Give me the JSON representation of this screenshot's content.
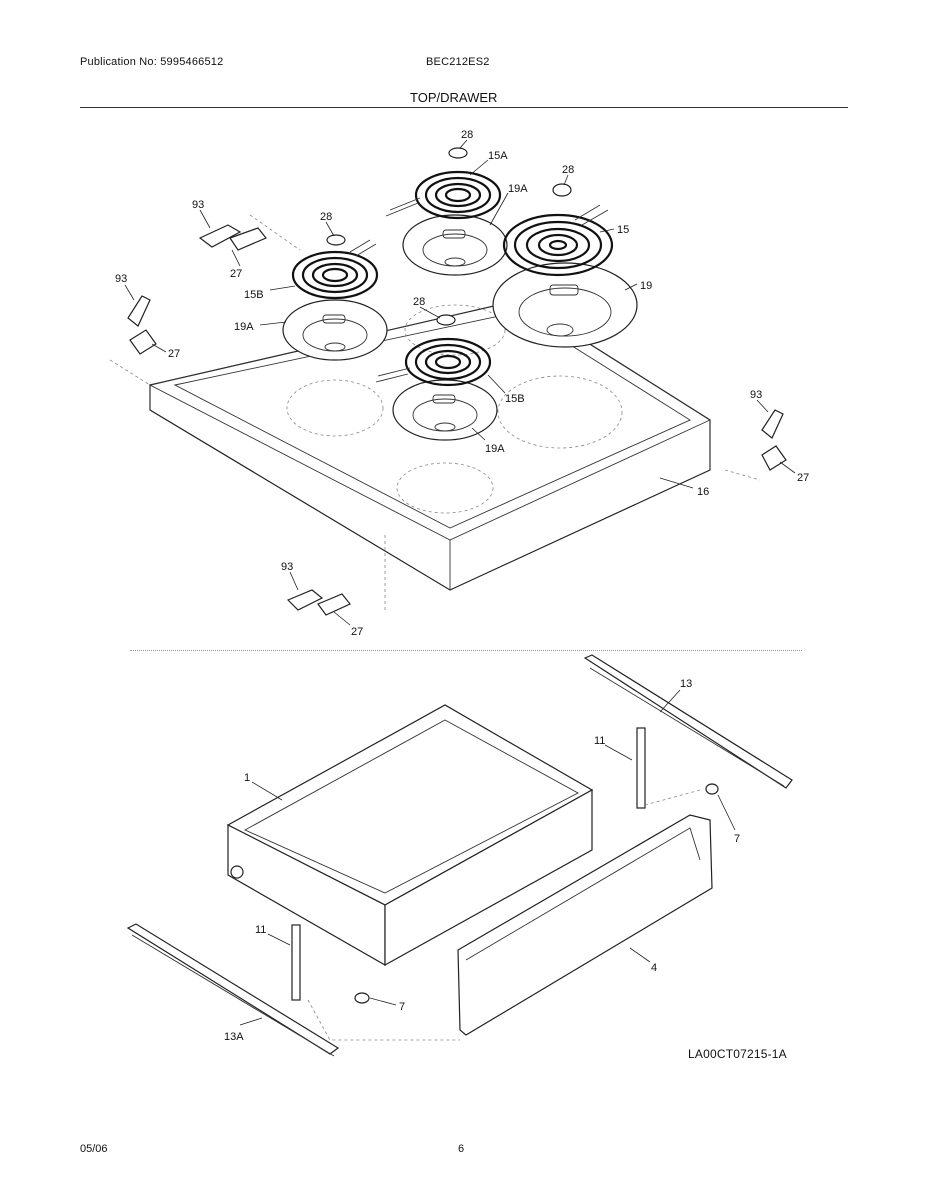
{
  "header": {
    "publication": "Publication No: 5995466512",
    "model": "BEC212ES2",
    "section_title": "TOP/DRAWER"
  },
  "diagram_code": "LA00CT07215-1A",
  "callouts": {
    "c28a": "28",
    "c15a": "15A",
    "c28b": "28",
    "c19a_top": "19A",
    "c93a": "93",
    "c28c": "28",
    "c15": "15",
    "c27a": "27",
    "c15b_left": "15B",
    "c93b": "93",
    "c19": "19",
    "c28d": "28",
    "c19a_left": "19A",
    "c27b": "27",
    "c15b_mid": "15B",
    "c93c": "93",
    "c19a_mid": "19A",
    "c27c": "27",
    "c16": "16",
    "c93d": "93",
    "c27d": "27",
    "c13": "13",
    "c11a": "11",
    "c1": "1",
    "c7a": "7",
    "c4": "4",
    "c11b": "11",
    "c7b": "7",
    "c13a": "13A"
  },
  "footer": {
    "date": "05/06",
    "page": "6"
  }
}
